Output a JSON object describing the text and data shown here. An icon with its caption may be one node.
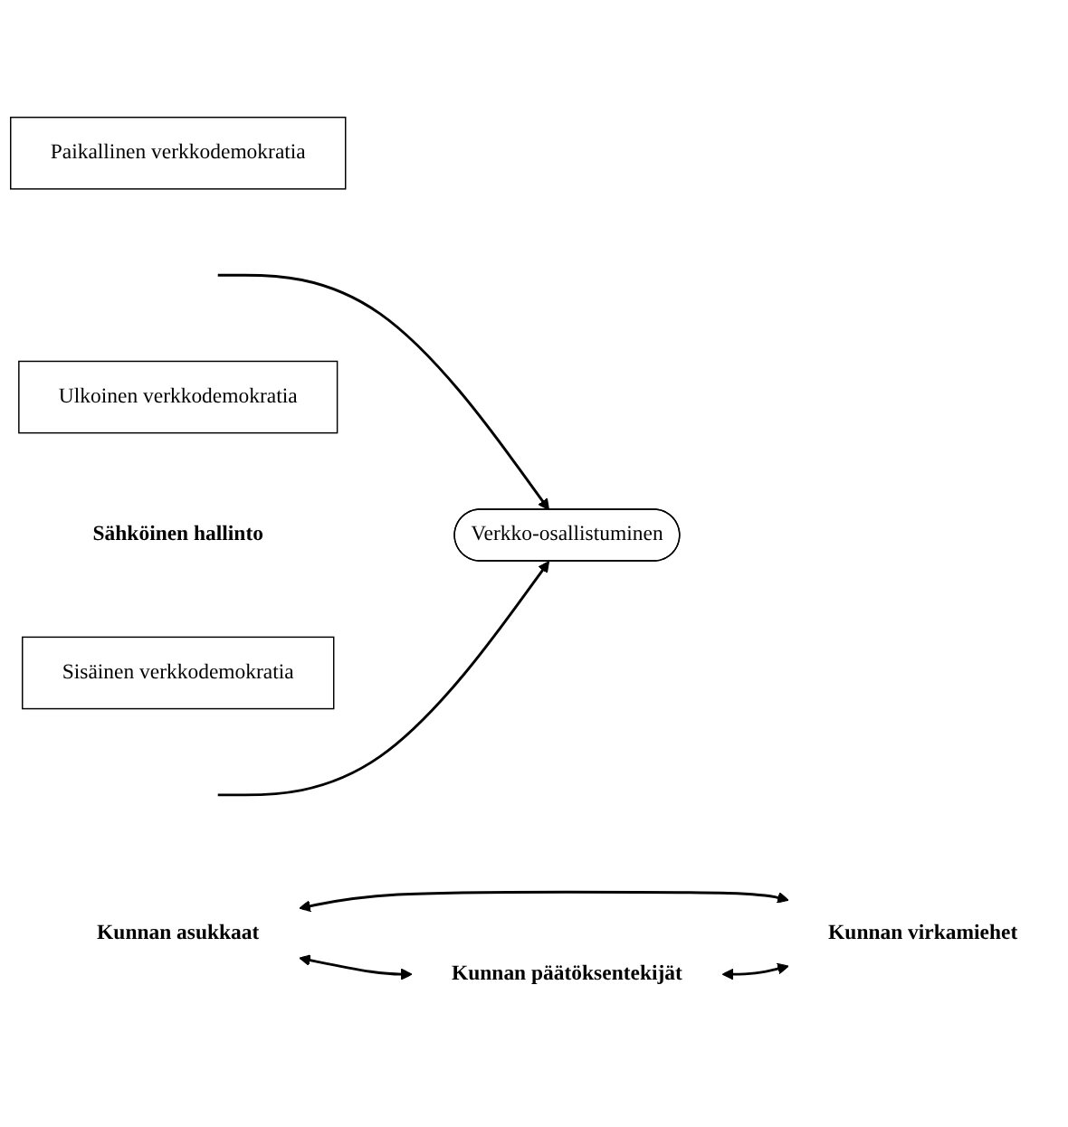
{
  "diagram": {
    "nodes": [
      {
        "text": [
          "Paikallinen verkkodemokratia"
        ]
      },
      {
        "text": [
          "Kunnan asukkaat"
        ]
      },
      {
        "text": [
          "Verkko-osallistuminen"
        ]
      },
      {
        "text": [
          "Ulkoinen verkkodemokratia"
        ]
      },
      {
        "text": [
          "Sähköinen hallinto"
        ]
      },
      {
        "text": [
          "Kunnan päätöksentekijät"
        ]
      },
      {
        "text": [
          "Kunnan virkamiehet"
        ]
      },
      {
        "text": [
          "Sisäinen verkkodemokratia"
        ]
      }
    ],
    "edges": [
      {
        "from": null,
        "to": 2,
        "arrow": "to"
      },
      {
        "from": null,
        "to": 2,
        "arrow": "to"
      },
      {
        "from": 1,
        "to": 5,
        "arrow": "both"
      },
      {
        "from": 1,
        "to": 6,
        "arrow": "both"
      },
      {
        "from": 5,
        "to": 6,
        "arrow": "both"
      }
    ]
  }
}
